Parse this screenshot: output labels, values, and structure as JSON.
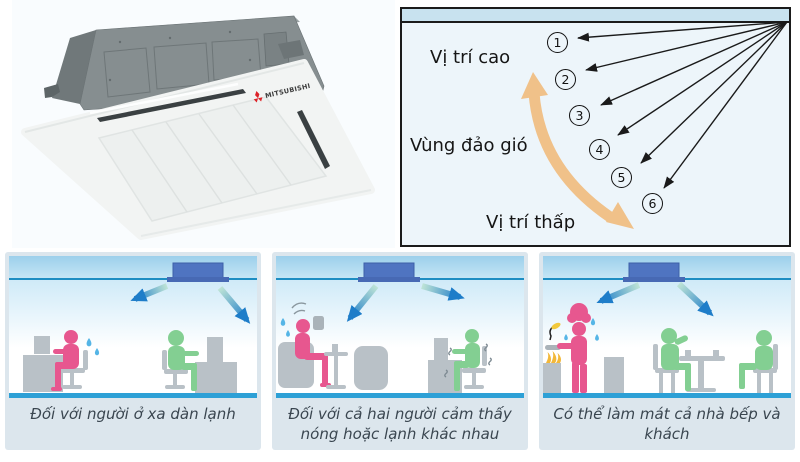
{
  "product_photo": {
    "brand": "MITSUBISHI",
    "description": "ceiling cassette air conditioner with mounting housing",
    "colors": {
      "housing_gray": "#858d8f",
      "panel_white": "#f2f4f3",
      "logo_red": "#dd2329"
    }
  },
  "airflow_diagram": {
    "labels": {
      "high": "Vị trí cao",
      "swing_zone": "Vùng đảo gió",
      "low": "Vị trí thấp"
    },
    "positions": [
      "1",
      "2",
      "3",
      "4",
      "5",
      "6"
    ],
    "colors": {
      "background": "#edf5fa",
      "ceiling_bar": "#c8e2ef",
      "border": "#1b1b1b",
      "position_arrows": "#1a1a1a",
      "swing_arrow": "#f0c189"
    }
  },
  "scene_panels": [
    {
      "caption": "Đối với người ở xa dàn lạnh"
    },
    {
      "caption": "Đối với cả hai người cảm thấy nóng hoặc lạnh khác nhau"
    },
    {
      "caption": "Có thể làm mát cả nhà bếp và khách"
    }
  ],
  "scene_colors": {
    "card_background": "#dce6ed",
    "ceiling_line": "#1d8dc2",
    "floor_line": "#2da0d6",
    "ac_unit_blue": "#4f74c1",
    "airflow_start": "#bfe4d6",
    "airflow_end": "#1e7dc9",
    "person_hot_pink": "#e7578f",
    "person_cool_green": "#83cf92",
    "furniture_gray": "#b9c1c7",
    "sweat_drop": "#55b5e6",
    "caption_text": "#3a4650"
  }
}
